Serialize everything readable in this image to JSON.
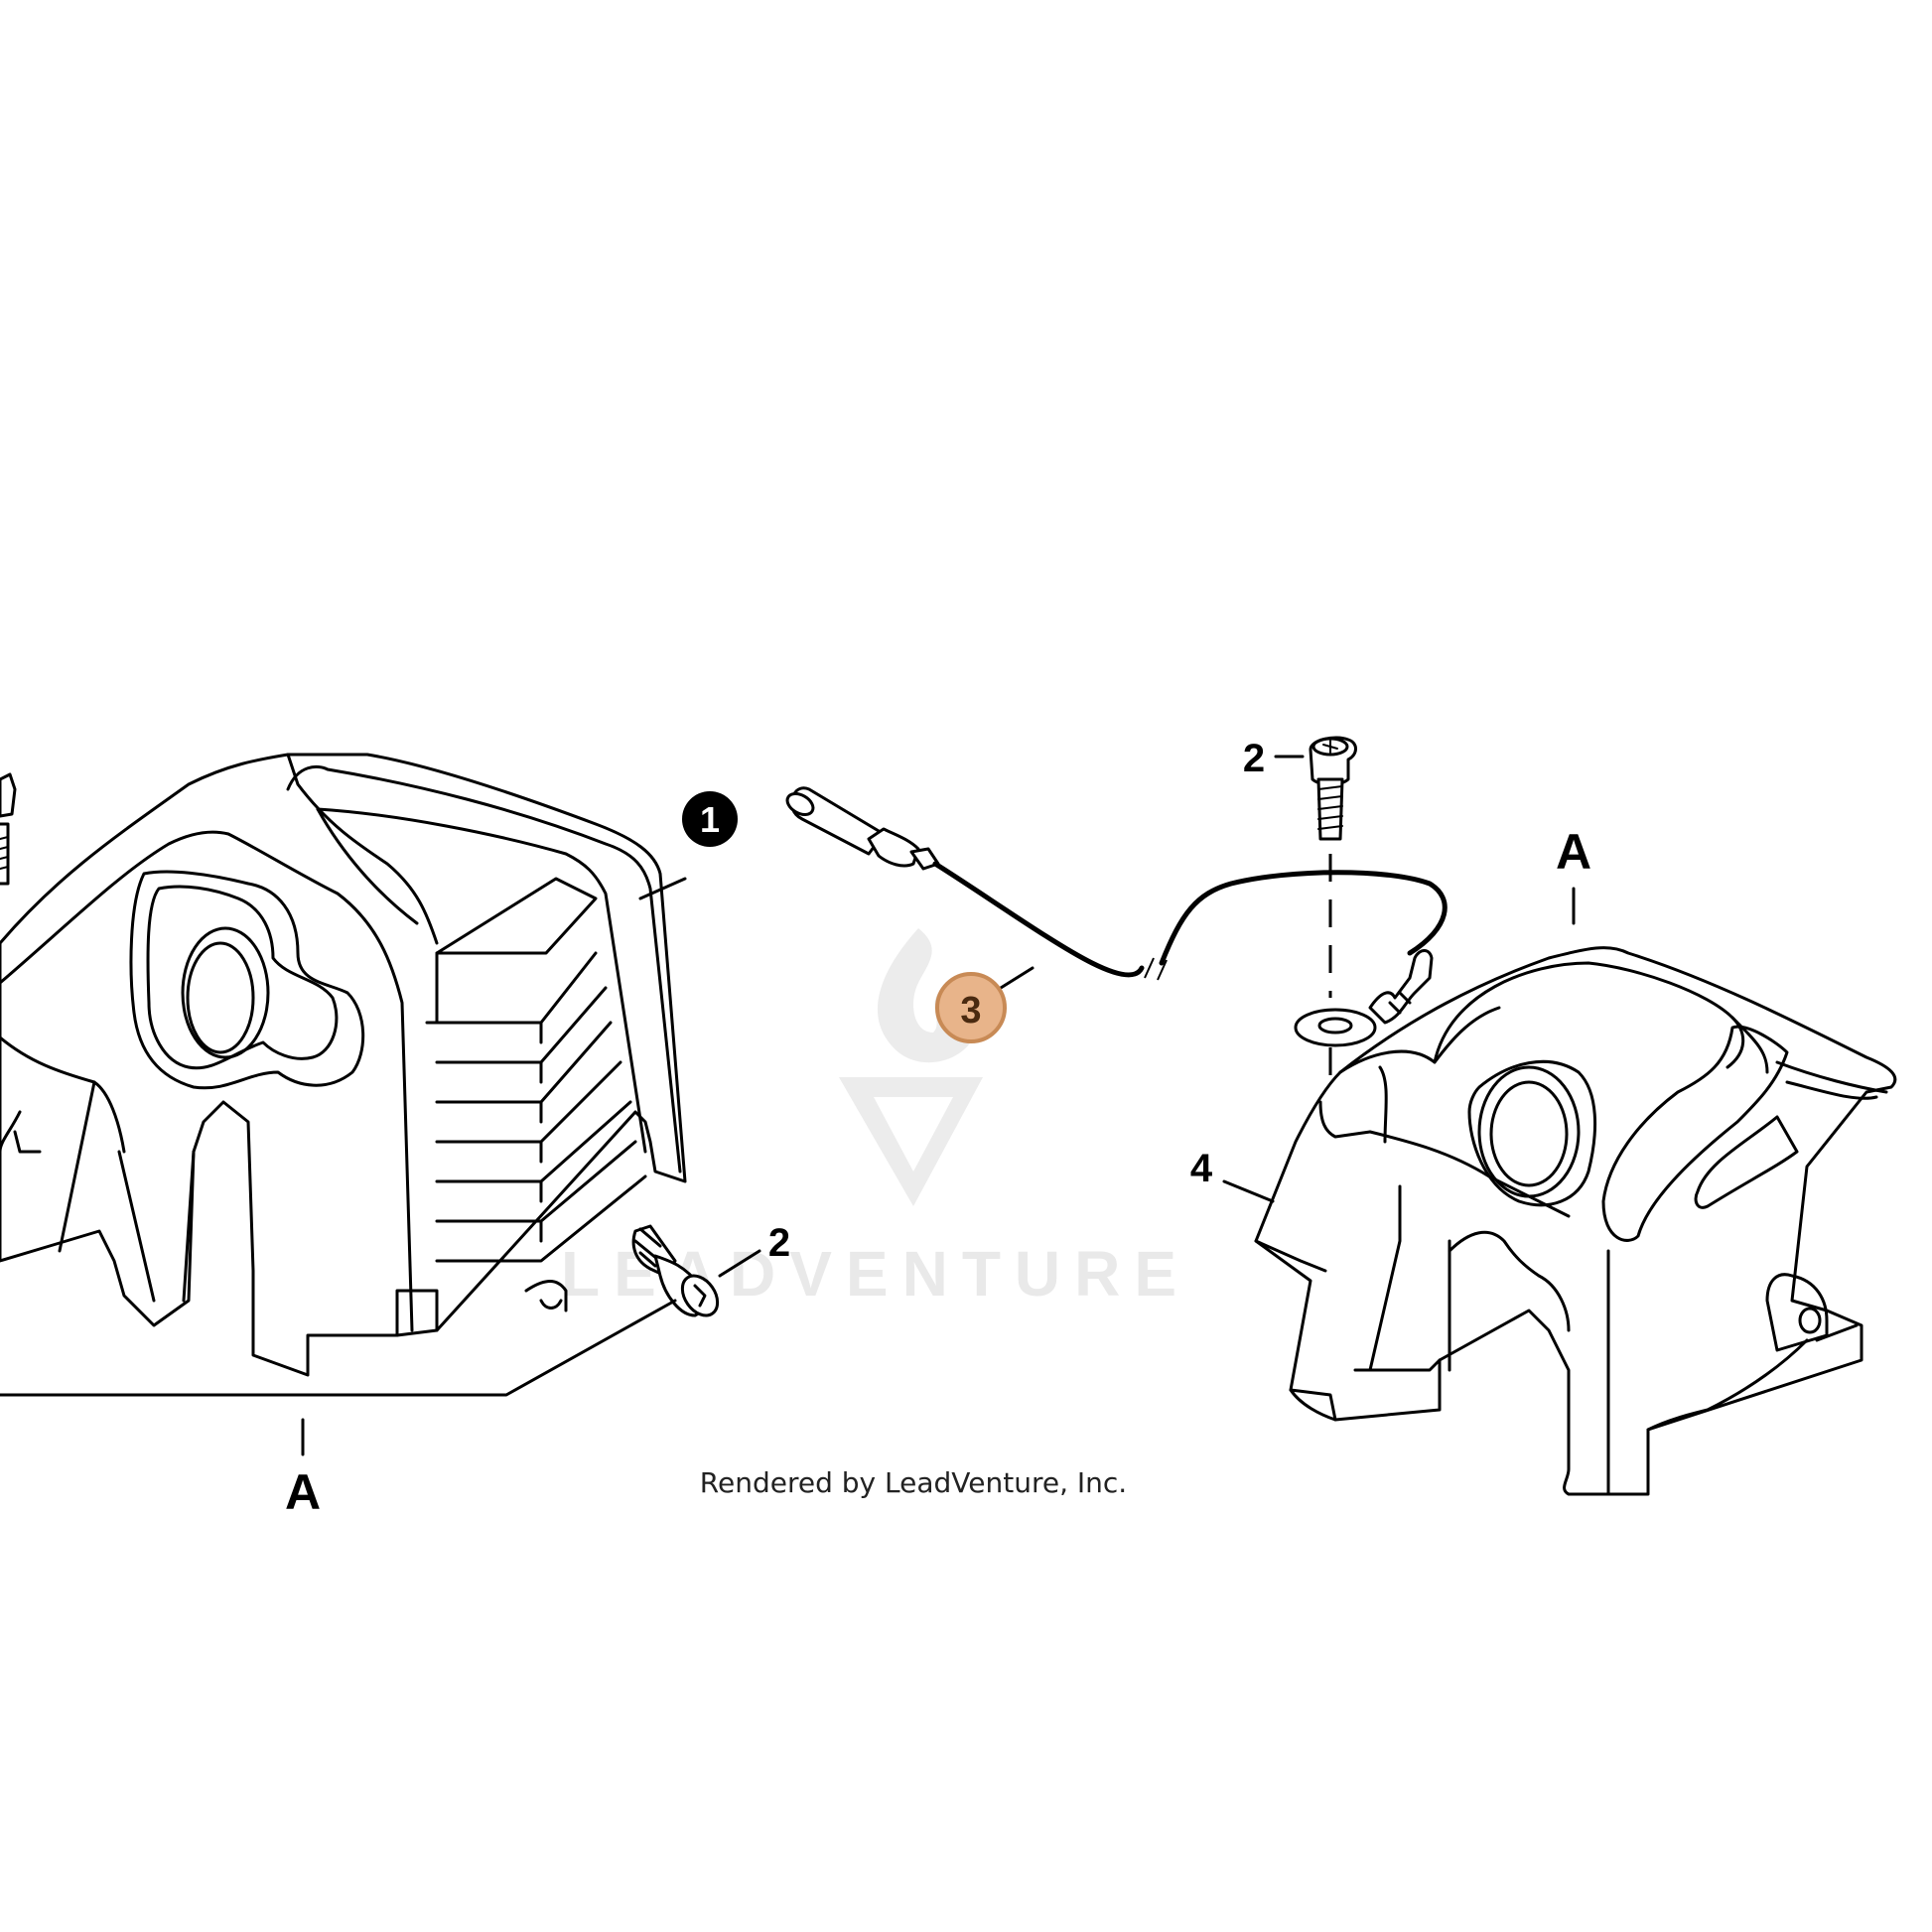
{
  "colors": {
    "line": "#000000",
    "background": "#ffffff",
    "highlight_fill": "#e8b48a",
    "highlight_stroke": "#c88a55",
    "watermark": "#e9e9e9"
  },
  "callouts": [
    {
      "id": "1",
      "label": "1",
      "style": "filled-black-circle"
    },
    {
      "id": "2a",
      "label": "2",
      "style": "plain"
    },
    {
      "id": "2b",
      "label": "2",
      "style": "plain"
    },
    {
      "id": "3",
      "label": "3",
      "style": "highlighted-circle"
    },
    {
      "id": "4",
      "label": "4",
      "style": "plain"
    }
  ],
  "reference_letters": {
    "left": "A",
    "right": "A"
  },
  "watermark": {
    "text": "LEADVENTURE",
    "icon": "leadventure-flame-logo"
  },
  "credit": "Rendered by LeadVenture, Inc."
}
